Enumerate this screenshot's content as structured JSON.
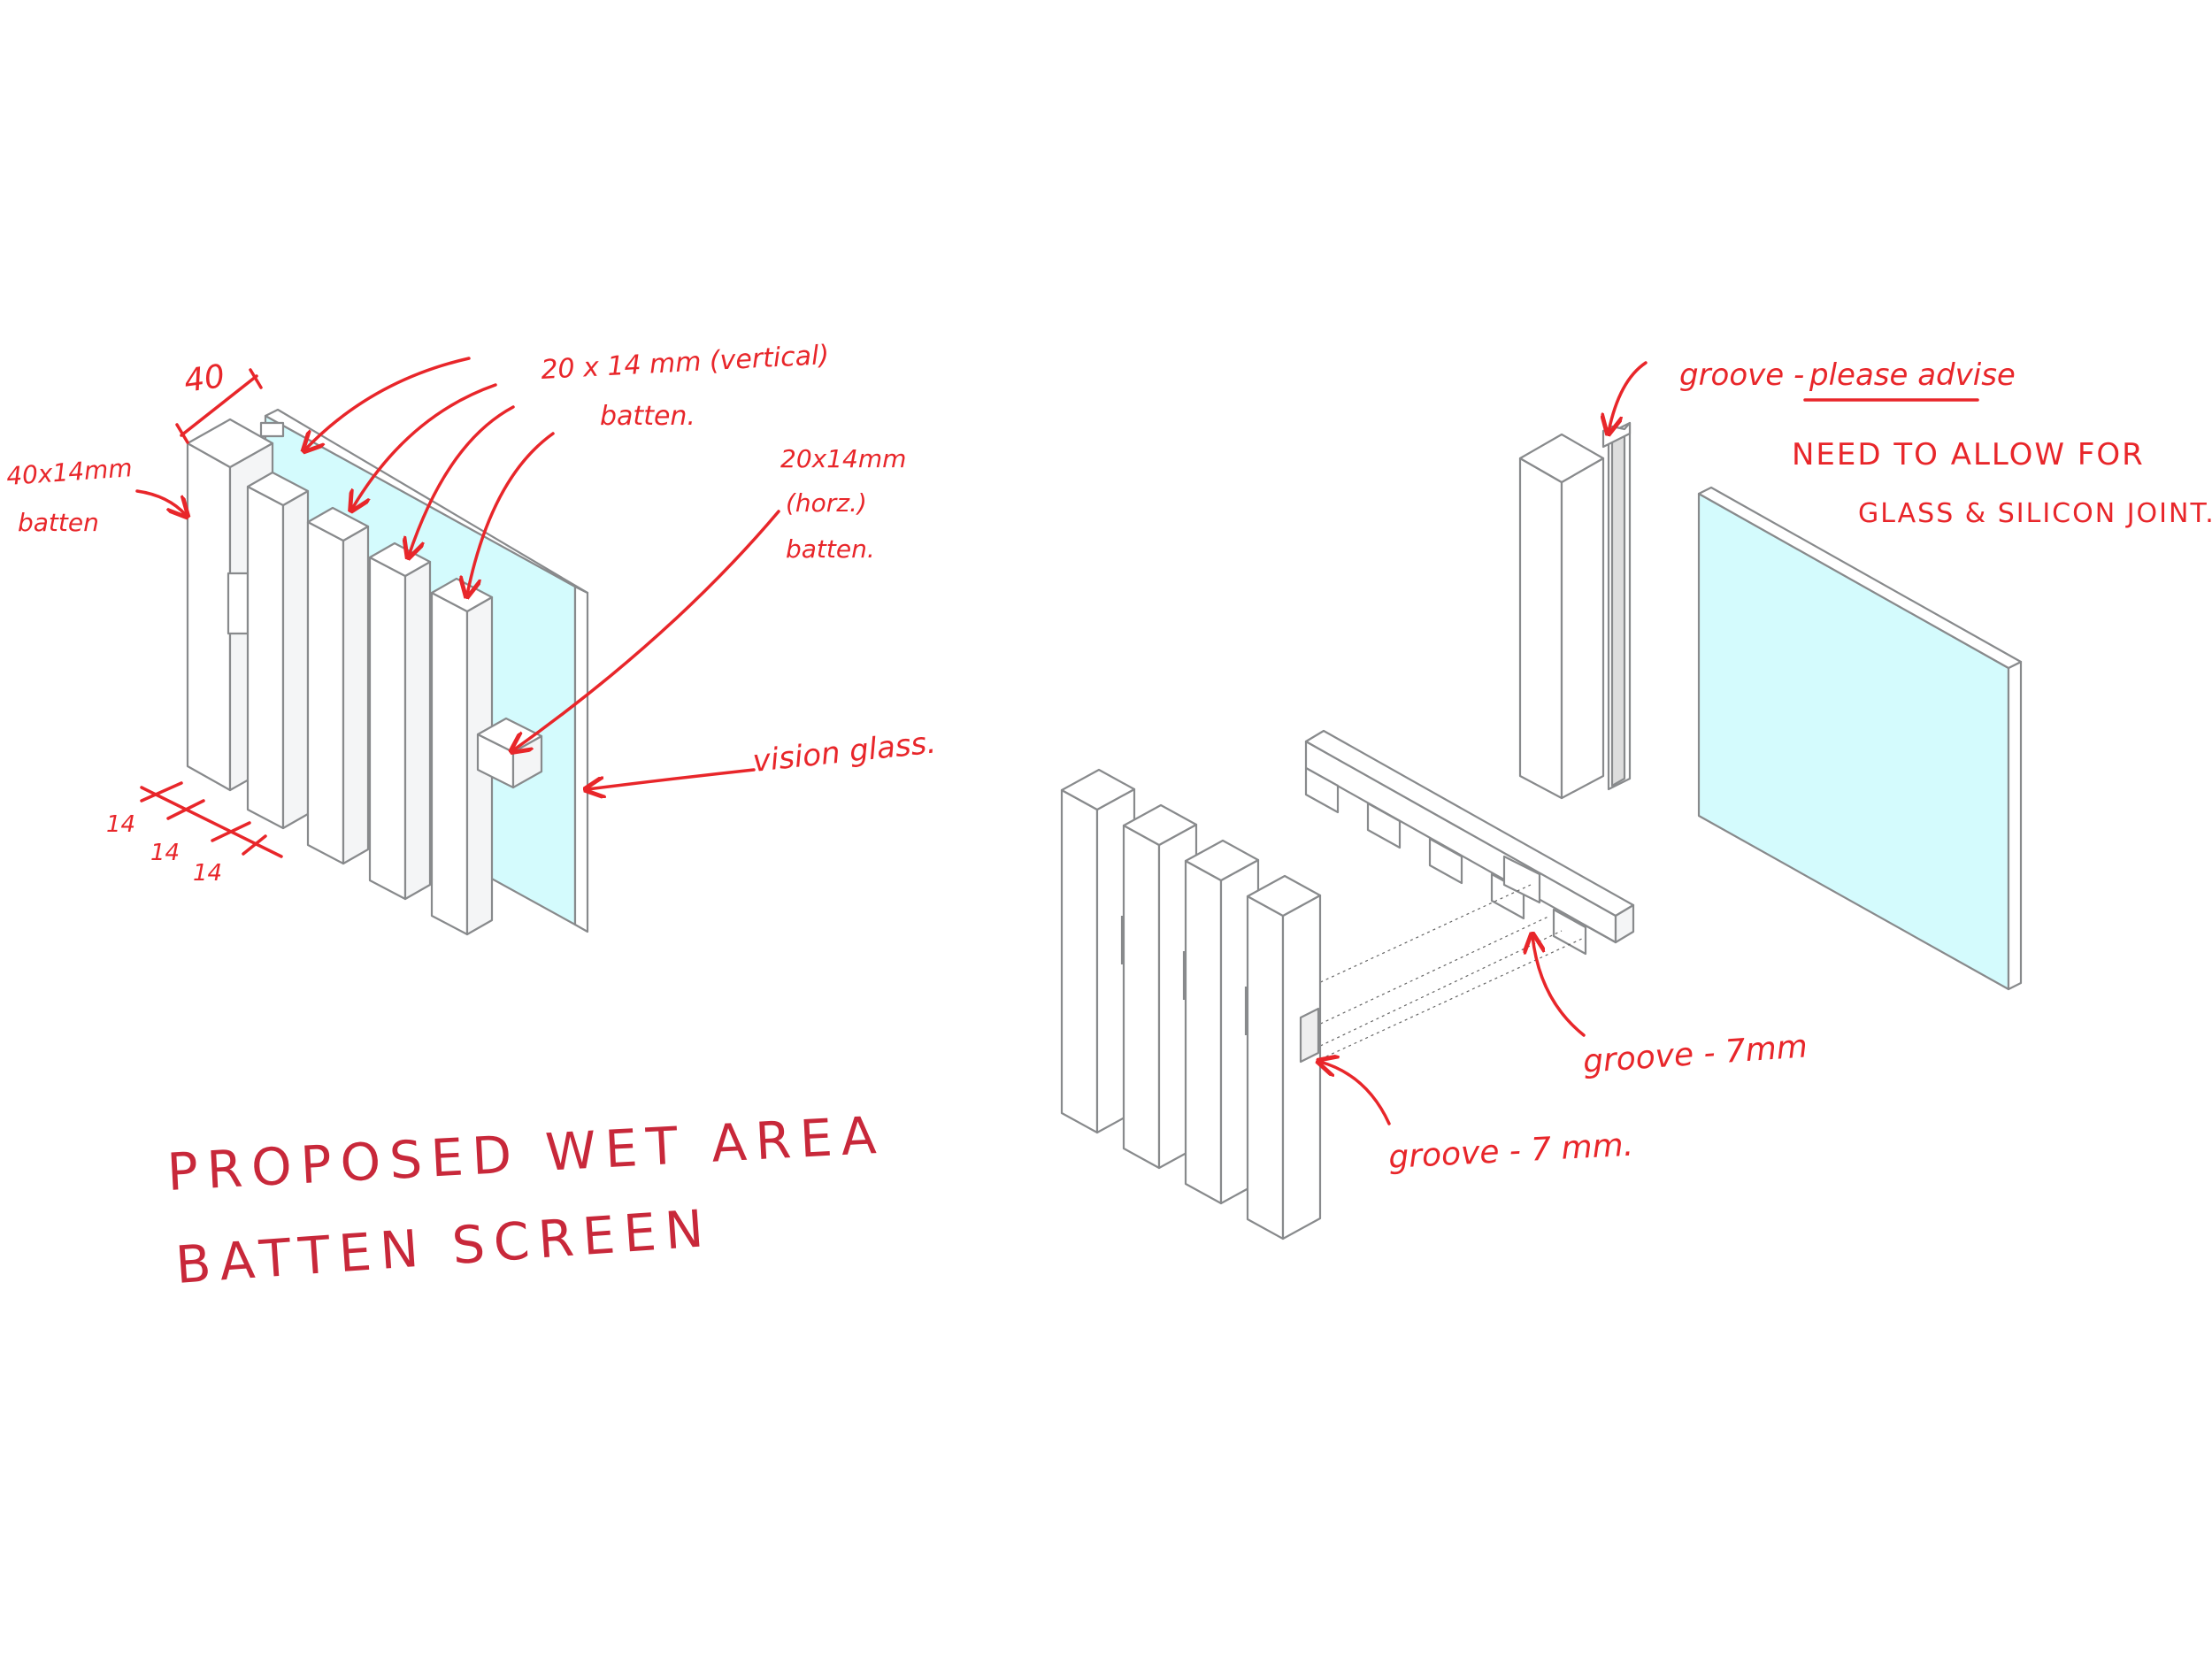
{
  "title_line1": "PROPOSED WET AREA",
  "title_line2": "BATTEN SCREEN",
  "labels": {
    "dim_40": "40",
    "batten_40x14_a": "40x14mm",
    "batten_40x14_b": "batten",
    "vertical_a": "20 x 14 mm (vertical)",
    "vertical_b": "batten.",
    "horizontal_a": "20x14mm",
    "horizontal_b": "(horz.)",
    "horizontal_c": "batten.",
    "vision_glass": "vision glass.",
    "dim_14_a": "14",
    "dim_14_b": "14",
    "dim_14_c": "14",
    "groove_advise_a": "groove -",
    "groove_advise_b": "please advise",
    "need_allow_a": "NEED TO ALLOW FOR",
    "need_allow_b": "GLASS & SILICON JOINT.",
    "groove_7mm_right": "groove - 7mm",
    "groove_7mm_left": "groove - 7 mm."
  },
  "colors": {
    "annotation": "#e8262a",
    "title": "#c8283a",
    "glass": "#d4fbfd",
    "outline": "#888a8c"
  }
}
